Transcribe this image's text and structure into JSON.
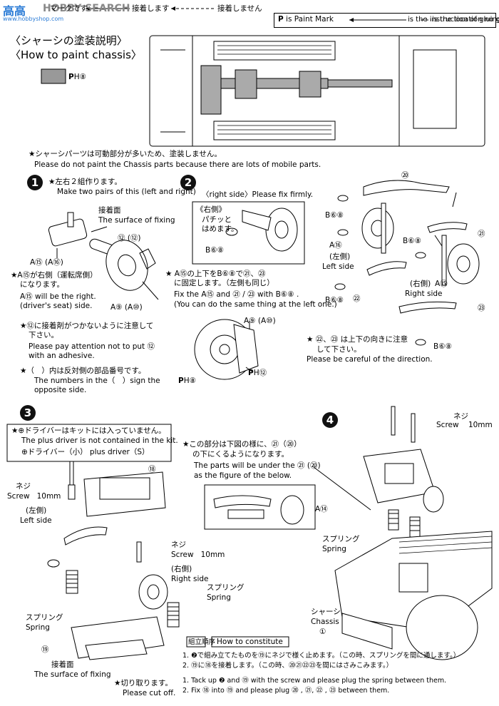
{
  "watermark": {
    "brand_cn": "高高",
    "brand_en": "HOBBY SEARCH",
    "url": "www.hobbyshop.com"
  },
  "legend": {
    "jp_partial": "マークです",
    "jp_glue": "接着します",
    "jp_noglue": "接着しません",
    "paint_mark": "is Paint Mark",
    "glue_en": "is the instruction of gluing.",
    "noglue_en": "is the location no gluing."
  },
  "title": {
    "jp": "〈シャーシの塗装説明〉",
    "en": "〈How to paint chassis〉"
  },
  "paint_chip": "H⑧",
  "chassis_note": {
    "jp": "★シャーシパーツは可動部分が多いため、塗装しません。",
    "en": "Please do not paint the Chassis parts because there are lots of mobile parts."
  },
  "step1": {
    "num": "1",
    "make_jp": "★左右２組作ります。",
    "make_en": "Make two pairs of this (left and right)",
    "surface_jp": "接着面",
    "surface_en": "The surface of fixing",
    "label_12": "⑫ (⑫)",
    "label_a15": "A⑮ (A⑯)",
    "label_a9": "A⑨ (A⑩)",
    "right_jp1": "★A⑮が右側（運転席側）",
    "right_jp2": "になります。",
    "right_en1": "A⑮ will be the right.",
    "right_en2": "(driver's seat) side.",
    "glue_jp1": "★⑫に接着剤がつかないように注意して",
    "glue_jp2": "下さい。",
    "glue_en1": "Please pay attention not to put ⑫",
    "glue_en2": "with an adhesive.",
    "paren_jp": "★（　）内は反対側の部品番号です。",
    "paren_en1": "The numbers in the（　）sign the",
    "paren_en2": "opposite side."
  },
  "step2": {
    "num": "2",
    "right_side": "〈right side〉Please fix firmly.",
    "inset_jp1": "《右側》",
    "inset_jp2": "パチッと",
    "inset_jp3": "はめます。",
    "b68": "B⑥⑧",
    "fix_jp1": "★ A⑮の上下をB⑥⑧で㉑、㉓",
    "fix_jp2": "に固定します。（左側も同じ）",
    "fix_en1": "Fix the A⑮ and ㉑ / ㉓ with B⑥⑧ .",
    "fix_en2": "(You can do the same thing at the left one.)",
    "a9": "A⑨ (A⑩)",
    "ph8": "H⑧",
    "ph12": "H⑫"
  },
  "step2b": {
    "p20": "⑳",
    "p21": "㉑",
    "p22": "㉒",
    "p23": "㉓",
    "b68": "B⑥⑧",
    "a16": "A⑯",
    "a15": "A⑮",
    "left_jp": "(左側)",
    "left_en": "Left side",
    "right_jp": "(右側)",
    "right_en": "Right side",
    "dir_jp1": "★ ㉒、㉓ は上下の向きに注意",
    "dir_jp2": "して下さい。",
    "dir_en": "Please be careful of the direction."
  },
  "step3": {
    "num": "3",
    "driver_jp": "★⊕ドライバーはキットには入っていません。",
    "driver_en": "The plus driver is not contained in the kit.",
    "driver_size": "⊕ドライバー（小） plus driver（S）",
    "under_jp1": "★この部分は下図の様に、㉑（⑳）",
    "under_jp2": "の下にくるようになります。",
    "under_en1": "The parts will be under the ㉑ (⑳)",
    "under_en2": "as the figure of the below.",
    "p18": "⑱",
    "p19": "⑲",
    "screw_jp": "ネジ",
    "screw_en": "Screw",
    "screw_size": "10mm",
    "left_jp": "(左側)",
    "left_en": "Left side",
    "right_jp": "(右側)",
    "right_en": "Right side",
    "spring_jp": "スプリング",
    "spring_en": "Spring",
    "surface_jp": "接着面",
    "surface_en": "The surface of fixing",
    "cut_jp": "★切り取ります。",
    "cut_en": "Please cut off."
  },
  "step4": {
    "num": "4",
    "screw_jp": "ネジ",
    "screw_en": "Screw",
    "screw_size": "10mm",
    "a14": "A⑭",
    "spring_jp": "スプリング",
    "spring_en": "Spring",
    "chassis_jp": "シャーシ",
    "chassis_en": "Chassis",
    "p1": "①"
  },
  "construct": {
    "jp_label": "組立順序",
    "en_label": "How to constitute",
    "jp1": "1. ❷で組み立てたものを⑲にネジで様く止めます。（この時、スプリングを間に通します。）",
    "jp2": "2. ⑲に⑱を接着します。（この時、⑳㉑㉒㉓を間にはさみこみます。）",
    "en1": "1. Tack up ❷ and ⑲ with the screw and please plug the spring between them.",
    "en2": "2. Fix ⑱ into ⑲ and please plug ⑳ , ㉑, ㉒ , ㉓ between them."
  }
}
